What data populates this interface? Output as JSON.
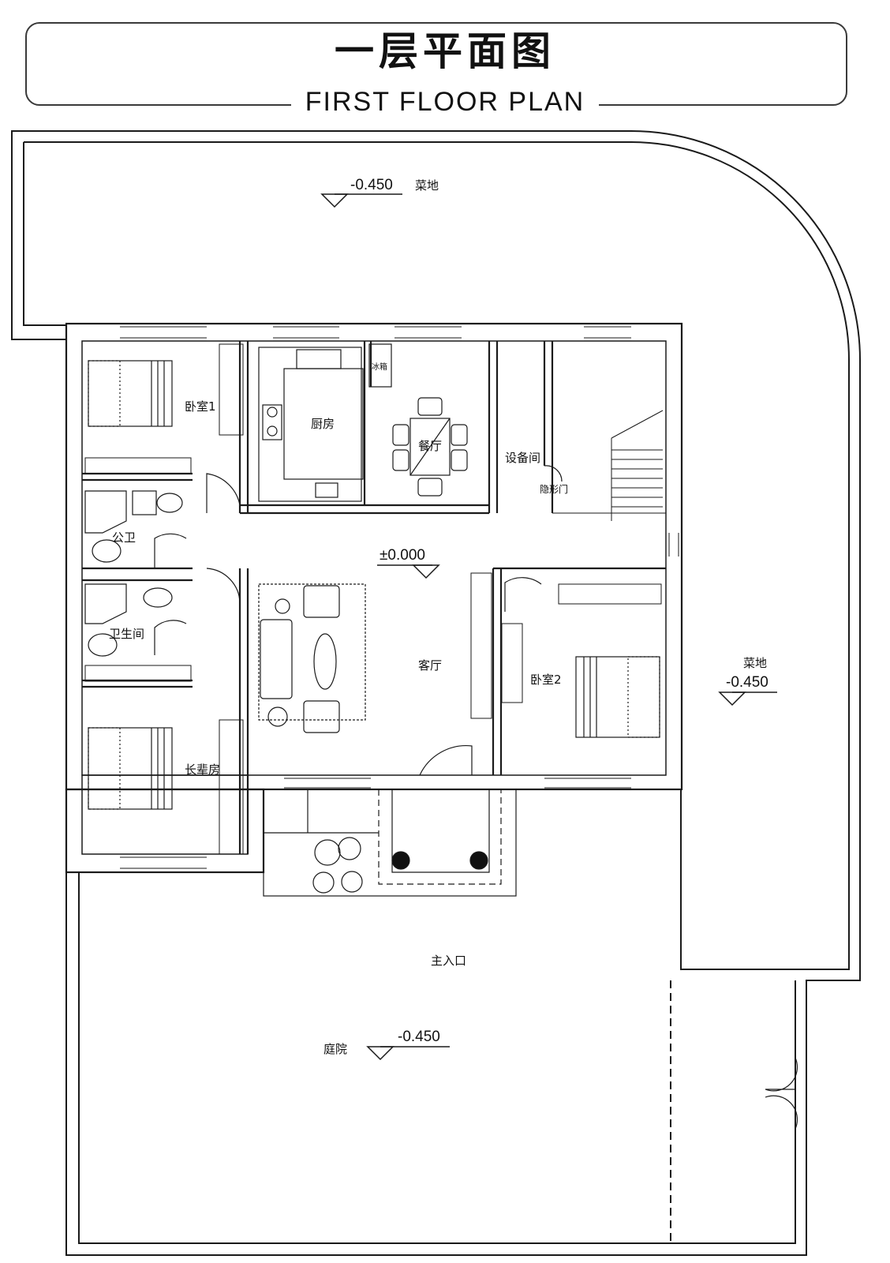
{
  "title": {
    "chinese": "一层平面图",
    "english": "FIRST FLOOR PLAN"
  },
  "rooms": {
    "bedroom1": "卧室1",
    "kitchen": "厨房",
    "fridge": "冰箱",
    "dining": "餐厅",
    "equipment": "设备间",
    "hidden_door": "隐形门",
    "public_wc": "公卫",
    "bathroom": "卫生间",
    "living": "客厅",
    "bedroom2": "卧室2",
    "elder_room": "长辈房",
    "main_entrance": "主入口",
    "courtyard": "庭院"
  },
  "elevations": {
    "top_garden_value": "-0.450",
    "top_garden_label": "菜地",
    "right_garden_label": "菜地",
    "right_garden_value": "-0.450",
    "floor_value": "±0.000",
    "courtyard_value": "-0.450"
  }
}
